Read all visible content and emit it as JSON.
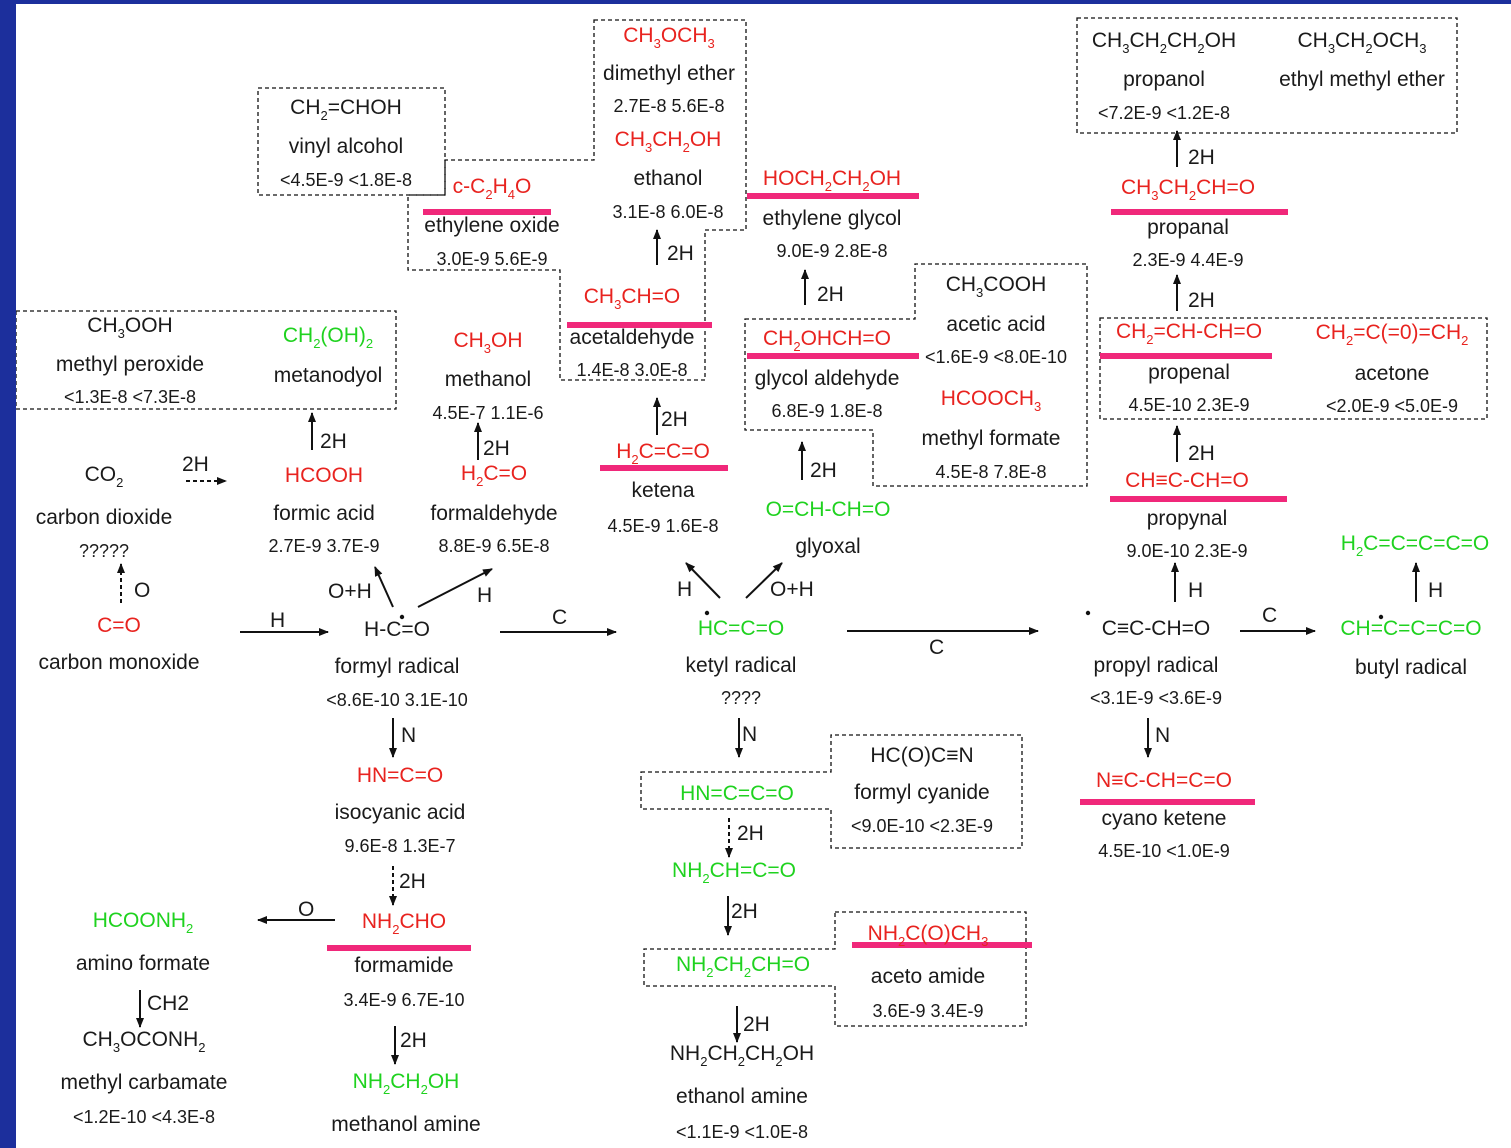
{
  "colors": {
    "detected": "#e8231f",
    "predicted": "#1fd21f",
    "underline": "#f0287a",
    "background": "#1a2a8a"
  },
  "species": {
    "dimethyl_ether": {
      "formula": "CH3OCH3",
      "name": "dimethyl ether",
      "v1": "2.7E-8",
      "v2": "5.6E-8"
    },
    "ethanol": {
      "formula": "CH3CH2OH",
      "name": "ethanol",
      "v1": "3.1E-8",
      "v2": "6.0E-8"
    },
    "vinyl_alcohol": {
      "formula": "CH2=CHOH",
      "name": "vinyl alcohol",
      "v1": "<4.5E-9",
      "v2": "<1.8E-8"
    },
    "ethylene_oxide": {
      "formula": "c-C2H4O",
      "name": "ethylene oxide",
      "v1": "3.0E-9",
      "v2": "5.6E-9"
    },
    "ethylene_glycol": {
      "formula": "HOCH2CH2OH",
      "name": "ethylene glycol",
      "v1": "9.0E-9",
      "v2": "2.8E-8"
    },
    "propanol": {
      "formula": "CH3CH2CH2OH",
      "name": "propanol",
      "v1": "<7.2E-9",
      "v2": "<1.2E-8"
    },
    "ethyl_methyl_ether": {
      "formula": "CH3CH2OCH3",
      "name": "ethyl methyl ether"
    },
    "propanal": {
      "formula": "CH3CH2CH=O",
      "name": "propanal",
      "v1": "2.3E-9",
      "v2": "4.4E-9"
    },
    "methyl_peroxide": {
      "formula": "CH3OOH",
      "name": "methyl peroxide",
      "v1": "<1.3E-8",
      "v2": "<7.3E-8"
    },
    "metanodyol": {
      "formula": "CH2(OH)2",
      "name": "metanodyol"
    },
    "methanol": {
      "formula": "CH3OH",
      "name": "methanol",
      "v1": "4.5E-7",
      "v2": "1.1E-6"
    },
    "acetaldehyde": {
      "formula": "CH3CH=O",
      "name": "acetaldehyde",
      "v1": "1.4E-8",
      "v2": "3.0E-8"
    },
    "acetic_acid": {
      "formula": "CH3COOH",
      "name": "acetic acid",
      "v1": "<1.6E-9",
      "v2": "<8.0E-10"
    },
    "glycol_aldehyde": {
      "formula": "CH2OHCH=O",
      "name": "glycol aldehyde",
      "v1": "6.8E-9",
      "v2": "1.8E-8"
    },
    "methyl_formate": {
      "formula": "HCOOCH3",
      "name": "methyl formate",
      "v1": "4.5E-8",
      "v2": "7.8E-8"
    },
    "propenal": {
      "formula": "CH2=CH-CH=O",
      "name": "propenal",
      "v1": "4.5E-10",
      "v2": "2.3E-9"
    },
    "acetone": {
      "formula": "CH2=C(=0)=CH2",
      "name": "acetone",
      "v1": "<2.0E-9",
      "v2": "<5.0E-9"
    },
    "carbon_dioxide": {
      "formula": "CO2",
      "name": "carbon dioxide",
      "v1": "?????"
    },
    "formic_acid": {
      "formula": "HCOOH",
      "name": "formic acid",
      "v1": "2.7E-9",
      "v2": "3.7E-9"
    },
    "formaldehyde": {
      "formula": "H2C=O",
      "name": "formaldehyde",
      "v1": "8.8E-9",
      "v2": "6.5E-8"
    },
    "ketena": {
      "formula": "H2C=C=O",
      "name": "ketena",
      "v1": "4.5E-9",
      "v2": "1.6E-8"
    },
    "glyoxal": {
      "formula": "O=CH-CH=O",
      "name": "glyoxal"
    },
    "propynal": {
      "formula": "CH≡C-CH=O",
      "name": "propynal",
      "v1": "9.0E-10",
      "v2": "2.3E-9"
    },
    "butyl_product": {
      "formula": "H2C=C=C=C=O"
    },
    "carbon_monoxide": {
      "formula": "C=O",
      "name": "carbon monoxide"
    },
    "formyl_radical": {
      "formula": "H-C=O",
      "name": "formyl radical",
      "v1": "<8.6E-10",
      "v2": "3.1E-10"
    },
    "ketyl_radical": {
      "formula": "HC=C=O",
      "name": "ketyl radical",
      "v1": "????"
    },
    "propyl_radical": {
      "formula": "C≡C-CH=O",
      "name": "propyl radical",
      "v1": "<3.1E-9",
      "v2": "<3.6E-9"
    },
    "butyl_radical": {
      "formula": "CH=C=C=C=O",
      "name": "butyl radical"
    },
    "isocyanic_acid": {
      "formula": "HN=C=O",
      "name": "isocyanic acid",
      "v1": "9.6E-8",
      "v2": "1.3E-7"
    },
    "hnccco": {
      "formula": "HN=C=C=O"
    },
    "formyl_cyanide": {
      "formula": "HC(O)C≡N",
      "name": "formyl cyanide",
      "v1": "<9.0E-10",
      "v2": "<2.3E-9"
    },
    "cyano_ketene": {
      "formula": "N≡C-CH=C=O",
      "name": "cyano ketene",
      "v1": "4.5E-10",
      "v2": "<1.0E-9"
    },
    "amino_ketene": {
      "formula": "NH2CH=C=O"
    },
    "amino_formate": {
      "formula": "HCOONH2",
      "name": "amino formate"
    },
    "formamide": {
      "formula": "NH2CHO",
      "name": "formamide",
      "v1": "3.4E-9",
      "v2": "6.7E-10"
    },
    "amino_acetaldehyde": {
      "formula": "NH2CH2CH=O"
    },
    "aceto_amide": {
      "formula": "NH2C(O)CH3",
      "name": "aceto amide",
      "v1": "3.6E-9",
      "v2": "3.4E-9"
    },
    "methyl_carbamate": {
      "formula": "CH3OCONH2",
      "name": "methyl carbamate",
      "v1": "<1.2E-10",
      "v2": "<4.3E-8"
    },
    "methanol_amine": {
      "formula": "NH2CH2OH",
      "name": "methanol amine"
    },
    "ethanol_amine": {
      "formula": "NH2CH2CH2OH",
      "name": "ethanol amine",
      "v1": "<1.1E-9",
      "v2": "<1.0E-8"
    }
  },
  "labels": {
    "twoH": "2H",
    "H": "H",
    "C": "C",
    "N": "N",
    "O": "O",
    "OH": "O+H",
    "CH2": "CH2"
  }
}
